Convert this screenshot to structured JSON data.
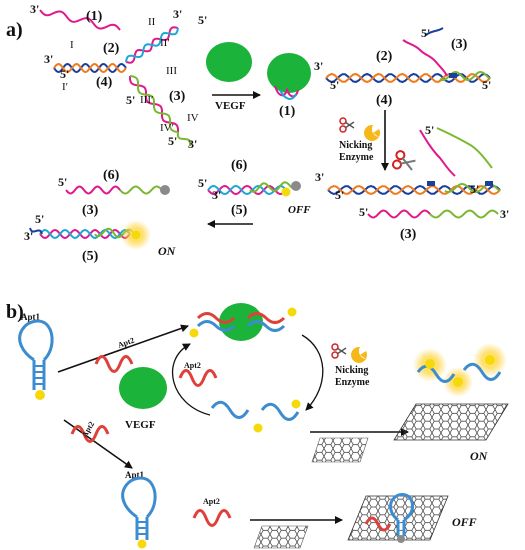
{
  "panel_a": {
    "label": "a)",
    "strand_labels": {
      "s1": "(1)",
      "s2": "(2)",
      "s3": "(3)",
      "s4": "(4)",
      "s5": "(5)",
      "s6": "(6)",
      "s1_free": "(1)",
      "s3_top": "(3)",
      "s2_right": "(2)",
      "s4_right": "(4)",
      "s3_bottom": "(3)",
      "s6_mid": "(6)",
      "s5_mid": "(5)",
      "s6_left": "(6)",
      "s3_left": "(3)",
      "s5_left": "(5)"
    },
    "domain_labels": {
      "I": "I",
      "I_prime": "I′",
      "II": "II",
      "II_prime": "II′",
      "III": "III",
      "III_prime": "III′",
      "IV": "IV",
      "IV_prime": "IV′"
    },
    "ends": {
      "three": "3'",
      "five": "5'"
    },
    "vegf": "VEGF",
    "nicking_line1": "Nicking",
    "nicking_line2": "Enzyme",
    "off": "OFF",
    "on": "ON"
  },
  "panel_b": {
    "label": "b)",
    "apt1_top": "Apt1",
    "apt1_bottom": "Apt1",
    "apt2_a": "Apt2",
    "apt2_b": "Apt2",
    "apt2_c": "Apt2",
    "apt2_d": "Apt2",
    "vegf": "VEGF",
    "nicking_line1": "Nicking",
    "nicking_line2": "Enzyme",
    "on": "ON",
    "off": "OFF"
  },
  "colors": {
    "vegf_green": "#1bb33a",
    "strand_magenta": "#e0198c",
    "strand_cyan": "#1ca7d6",
    "strand_orange": "#f07a1e",
    "strand_navy": "#1a3f9c",
    "strand_green": "#7ab832",
    "aptamer_blue": "#3d8ccf",
    "aptamer_red": "#e0403a",
    "fluor_yellow": "#f5d90a",
    "quencher_gray": "#8a8a8a"
  }
}
